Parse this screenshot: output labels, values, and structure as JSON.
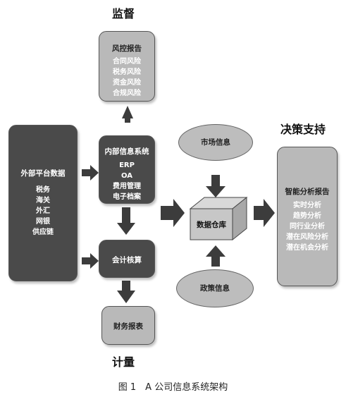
{
  "headings": {
    "supervision": "监督",
    "decision_support": "决策支持",
    "measurement": "计量"
  },
  "risk_report": {
    "title": "风控报告",
    "items": [
      "合同风险",
      "税务风险",
      "资金风险",
      "合规风险"
    ]
  },
  "external_data": {
    "title": "外部平台数据",
    "items": [
      "税务",
      "海关",
      "外汇",
      "网银",
      "供应链"
    ]
  },
  "internal_system": {
    "title": "内部信息系统",
    "items": [
      "ERP",
      "OA",
      "费用管理",
      "电子档案"
    ]
  },
  "accounting": {
    "title": "会计核算"
  },
  "financial_report": {
    "title": "财务报表"
  },
  "market_info": {
    "title": "市场信息"
  },
  "policy_info": {
    "title": "政策信息"
  },
  "data_warehouse": {
    "title": "数据仓库"
  },
  "smart_analysis": {
    "title": "智能分析报告",
    "items": [
      "实时分析",
      "趋势分析",
      "同行业分析",
      "潜在风险分析",
      "潜在机会分析"
    ]
  },
  "caption": "图 1　A 公司信息系统架构",
  "colors": {
    "dark_box": "#4a4a4a",
    "light_box": "#b9b9b9",
    "arrow": "#3c3c3c"
  }
}
